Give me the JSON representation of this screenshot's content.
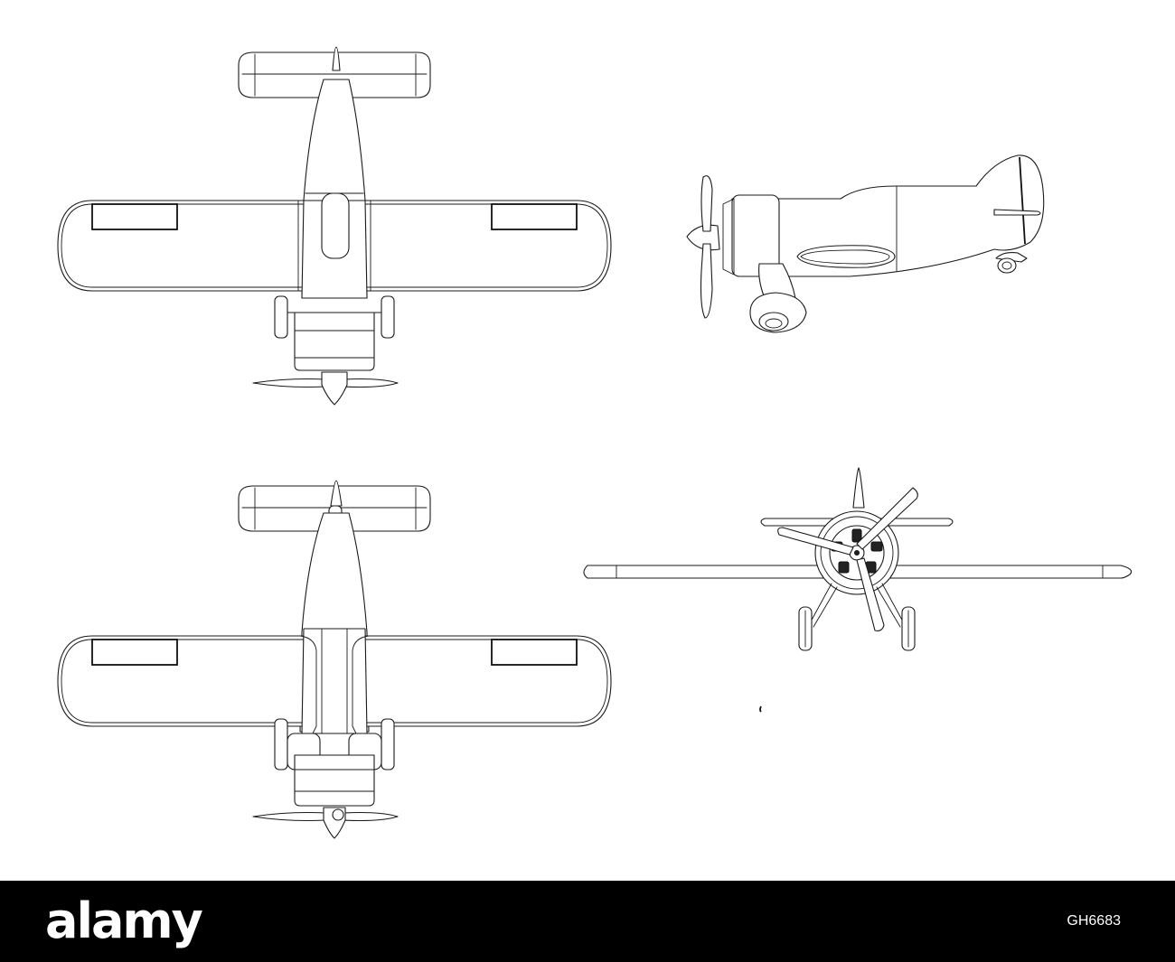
{
  "footer": {
    "brand": "alamy",
    "image_id": "GH6683"
  },
  "colors": {
    "line": "#1a1a1a",
    "background": "#ffffff",
    "footer_background": "#000000",
    "footer_text": "#ffffff"
  },
  "views": [
    {
      "name": "top-view"
    },
    {
      "name": "side-view"
    },
    {
      "name": "bottom-view"
    },
    {
      "name": "front-view"
    }
  ]
}
